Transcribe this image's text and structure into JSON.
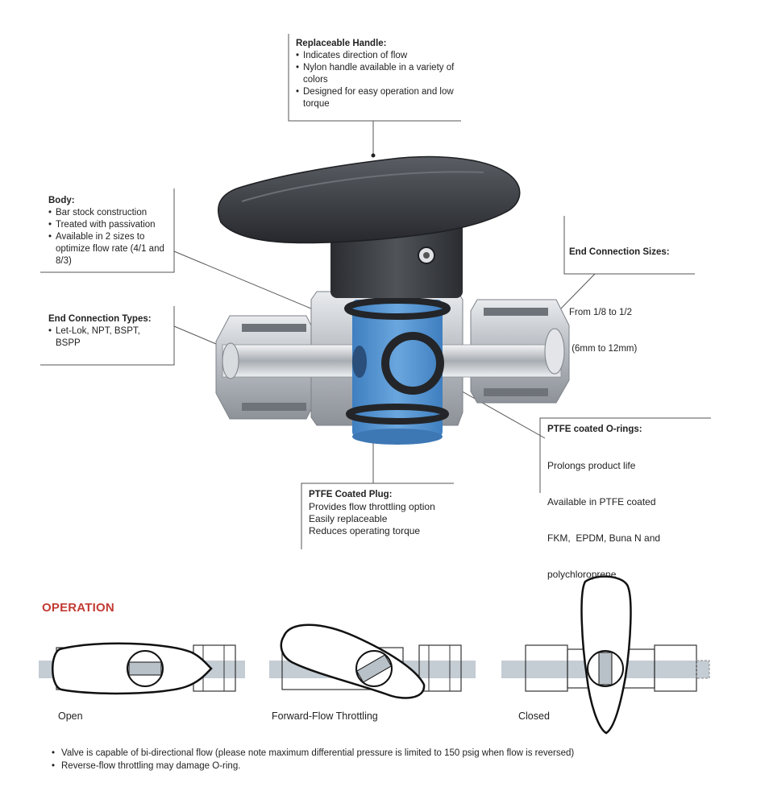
{
  "callouts": {
    "handle": {
      "title": "Replaceable Handle:",
      "items": [
        "Indicates direction of flow",
        "Nylon handle available in a variety of colors",
        "Designed for easy operation and low torque"
      ]
    },
    "body": {
      "title": "Body:",
      "items": [
        "Bar stock construction",
        "Treated with passivation",
        "Available in 2 sizes to optimize flow rate (4/1 and 8/3)"
      ]
    },
    "end_types": {
      "title": "End Connection Types:",
      "items": [
        "Let-Lok, NPT, BSPT, BSPP"
      ]
    },
    "end_sizes": {
      "title": "End Connection Sizes:",
      "lines": [
        "From 1/8 to 1/2",
        " (6mm to 12mm)"
      ]
    },
    "orings": {
      "title": "PTFE coated O-rings:",
      "lines": [
        "Prolongs product life",
        "Available in PTFE coated",
        "FKM,  EPDM, Buna N and",
        "polychloroprene"
      ]
    },
    "plug": {
      "title": "PTFE Coated Plug:",
      "lines": [
        "Provides flow throttling option",
        "Easily replaceable",
        "Reduces operating torque"
      ]
    }
  },
  "operation": {
    "title": "OPERATION",
    "modes": [
      "Open",
      "Forward-Flow Throttling",
      "Closed"
    ]
  },
  "notes": [
    "Valve is capable of bi-directional  flow (please note maximum differential pressure is limited to 150 psig when flow is reversed)",
    "Reverse-flow throttling may damage O-ring."
  ],
  "colors": {
    "accent": "#c23b33",
    "plug": "#4f90cf",
    "handle": "#3a3d42",
    "body_metal": "#bfc3c8",
    "flow_band": "#c4ccd4"
  }
}
